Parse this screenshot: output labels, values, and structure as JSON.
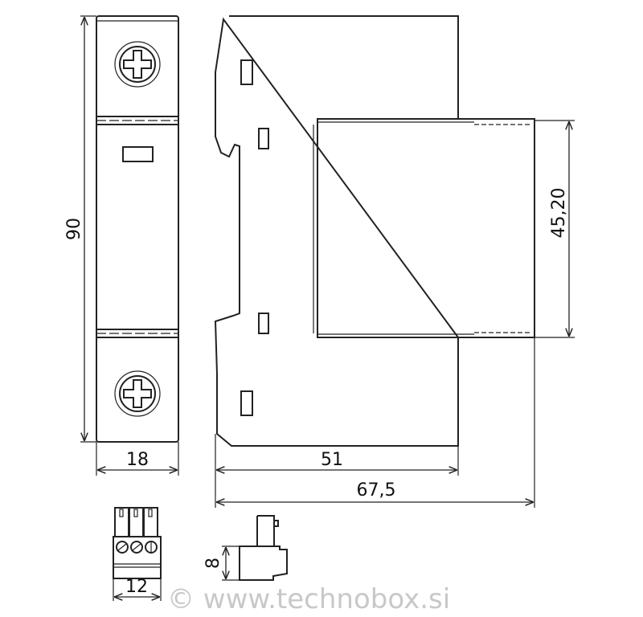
{
  "dimensions": {
    "height": "90",
    "width_front": "18",
    "depth_body": "51",
    "depth_total": "67,5",
    "module_height": "45,20",
    "connector_width": "12",
    "connector_height": "8"
  },
  "watermark": "© www.technobox.si"
}
